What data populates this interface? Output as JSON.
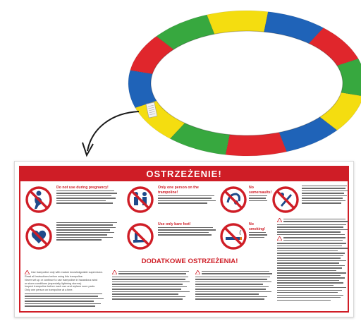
{
  "colors": {
    "pad_blue": "#1f63b8",
    "pad_red": "#e0262c",
    "pad_green": "#37a83f",
    "pad_yellow": "#f4dd10",
    "warning_red": "#cf1d26",
    "arrow": "#1a1a1a"
  },
  "pad": {
    "segments": [
      "blue",
      "red",
      "green",
      "yellow",
      "blue",
      "red",
      "green",
      "yellow",
      "blue",
      "red",
      "green",
      "yellow"
    ]
  },
  "label": {
    "header": "OSTRZEŻENIE!",
    "subheader": "DODATKOWE OSTRZEŻENIA!",
    "sign_texts": {
      "top_left_tag": "Do not use during pregnancy!",
      "mid_left_tag": "Only one person on the trampoline!",
      "top_mid_tag": "Use only bare feet!",
      "top_right_tag": "No somersaults!",
      "mid_right_tag": "No smoking!"
    },
    "bottom_left_lines": [
      "Use trampoline only with mature knowledgeable supervision.",
      "Read all instructions before using this trampoline.",
      "Never set up or continue to use trampoline in hazardous wind",
      "or storm conditions (especially lightning storms).",
      "Inspect trampoline before each use and replace worn parts.",
      "Only one person on trampoline at a time."
    ]
  }
}
